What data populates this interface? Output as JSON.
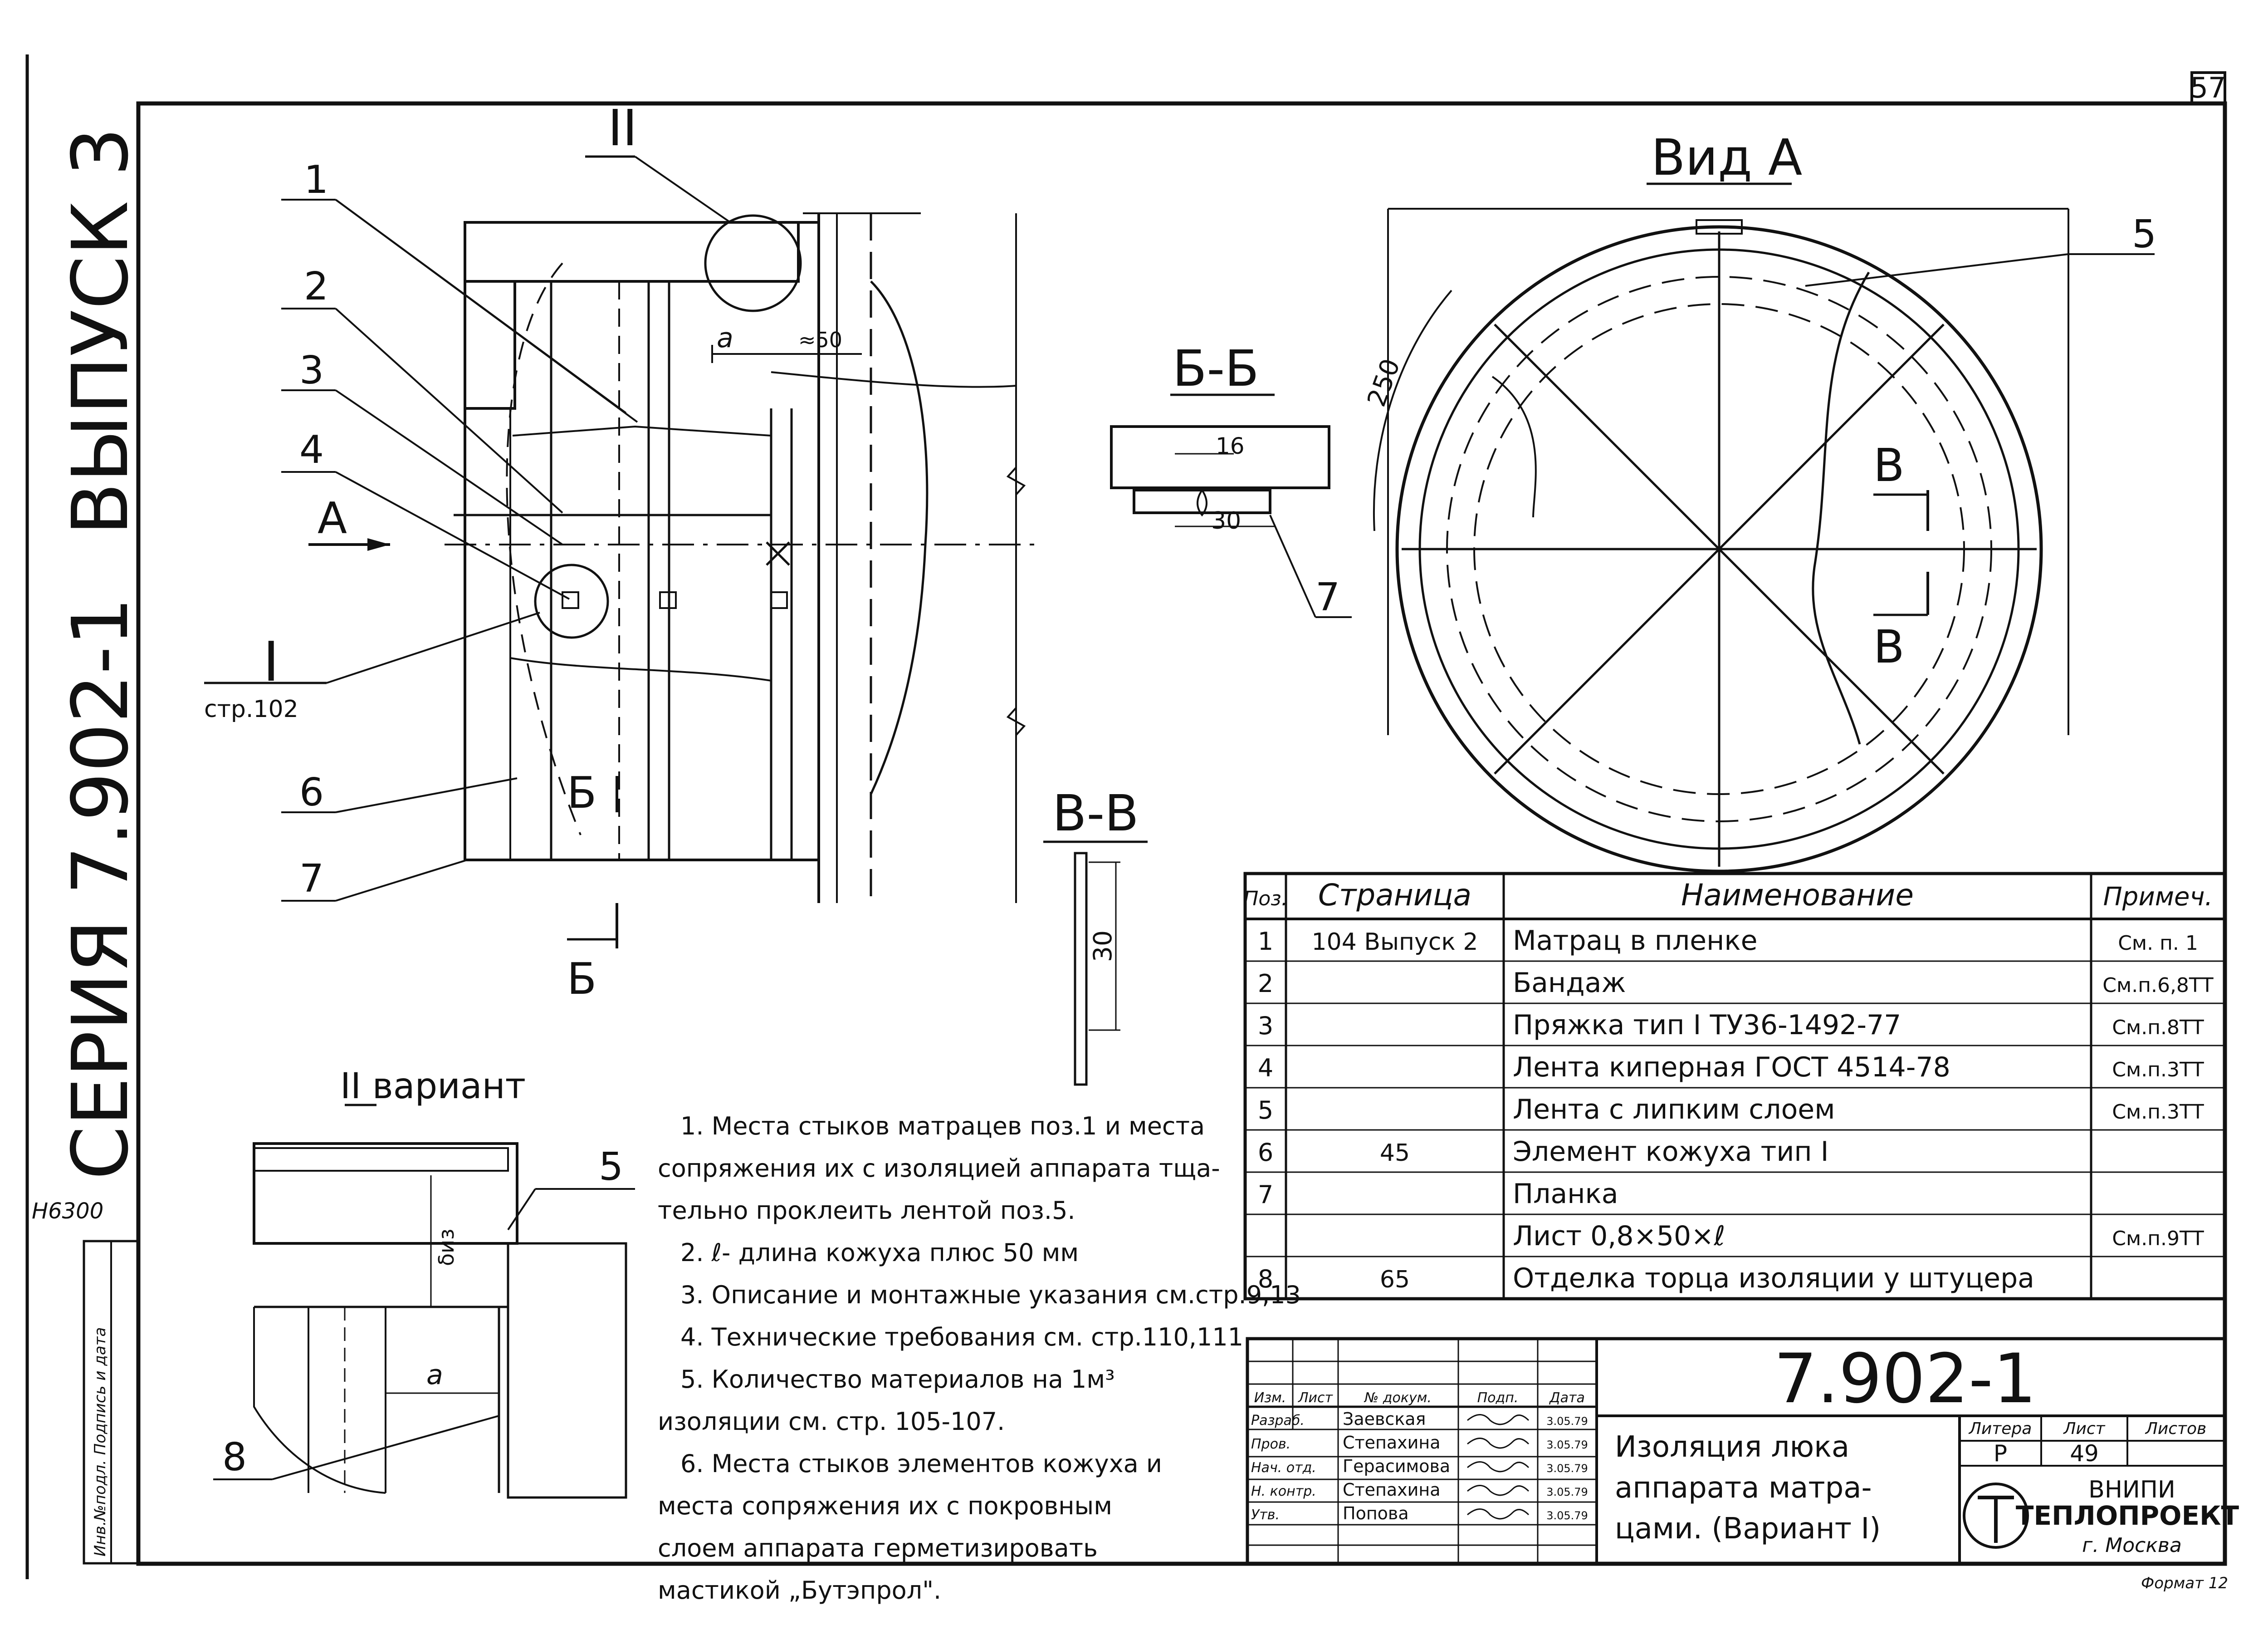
{
  "page_number": "57",
  "side_labels": {
    "issue": "ВЫПУСК 3",
    "series": "СЕРИЯ 7.902-1",
    "inventory_code": "Н6300",
    "sign_box": "Инв.№подл. Подпись и дата"
  },
  "section_labels": {
    "view_a": "Вид А",
    "section_bb": "Б-Б",
    "section_vv": "В-В",
    "variant_2": "II вариант",
    "roman_1": "I",
    "roman_1_ref": "стр.102",
    "roman_2": "II",
    "arrow_a": "А",
    "cut_b": "Б",
    "cut_v": "В"
  },
  "dimensions": {
    "a": "a",
    "approx_50": "≈50",
    "d16": "16",
    "d30": "30",
    "d30_vv": "30",
    "d250": "250",
    "delta_iz": "δиз"
  },
  "callouts": [
    "1",
    "2",
    "3",
    "4",
    "5",
    "6",
    "7",
    "8"
  ],
  "spec_table": {
    "headers": [
      "Поз.",
      "Страница",
      "Наименование",
      "Примеч."
    ],
    "rows": [
      [
        "1",
        "104 Выпуск 2",
        "Матрац в пленке",
        "См. п. 1"
      ],
      [
        "2",
        "",
        "Бандаж",
        "См.п.6,8ТТ"
      ],
      [
        "3",
        "",
        "Пряжка тип I ТУ36-1492-77",
        "См.п.8ТТ"
      ],
      [
        "4",
        "",
        "Лента киперная ГОСТ 4514-78",
        "См.п.3ТТ"
      ],
      [
        "5",
        "",
        "Лента с липким слоем",
        "См.п.3ТТ"
      ],
      [
        "6",
        "45",
        "Элемент кожуха тип I",
        ""
      ],
      [
        "7",
        "",
        "Планка",
        ""
      ],
      [
        "",
        "",
        "Лист 0,8×50×ℓ",
        "См.п.9ТТ"
      ],
      [
        "8",
        "65",
        "Отделка торца изоляции у штуцера",
        ""
      ]
    ]
  },
  "notes": [
    "1. Места стыков матрацев поз.1 и места",
    "сопряжения их с изоляцией аппарата тща-",
    "тельно проклеить лентой поз.5.",
    "2. ℓ- длина кожуха плюс 50 мм",
    "3. Описание и монтажные указания см.стр.9,13",
    "4. Технические требования см. стр.110,111.",
    "5. Количество материалов на 1м³",
    "изоляции см. стр. 105-107.",
    "6. Места стыков элементов кожуха и",
    "места сопряжения их с покровным",
    "слоем аппарата герметизировать",
    "мастикой „Бутэпрол\"."
  ],
  "title_block": {
    "doc_number": "7.902-1",
    "header_cells": [
      "Изм.",
      "Лист",
      "№ докум.",
      "Подп.",
      "Дата"
    ],
    "people": [
      {
        "role": "Разраб.",
        "name": "Заевская",
        "date": "3.05.79"
      },
      {
        "role": "Пров.",
        "name": "Степахина",
        "date": "3.05.79"
      },
      {
        "role": "Нач. отд.",
        "name": "Герасимова",
        "date": "3.05.79"
      },
      {
        "role": "Н. контр.",
        "name": "Степахина",
        "date": "3.05.79"
      },
      {
        "role": "Утв.",
        "name": "Попова",
        "date": "3.05.79"
      }
    ],
    "title_lines": [
      "Изоляция люка",
      "аппарата матра-",
      "цами. (Вариант I)"
    ],
    "stage_header": "Литера",
    "sheet_header": "Лист",
    "sheets_header": "Листов",
    "stage": "Р",
    "sheet": "49",
    "sheets": "",
    "org_line1": "ВНИПИ",
    "org_line2": "ТЕПЛОПРОЕКТ",
    "org_city": "г. Москва"
  },
  "format_note": "Формат 12"
}
